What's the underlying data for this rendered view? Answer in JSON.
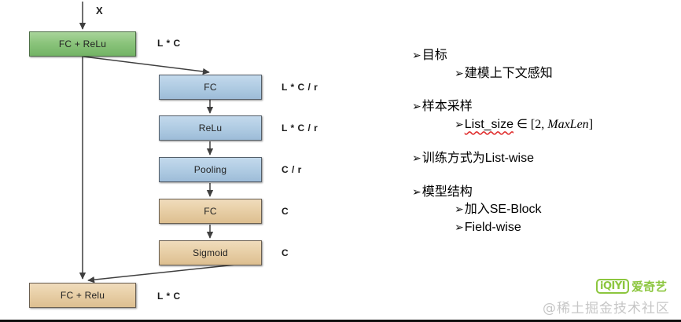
{
  "diagram": {
    "input_label": "X",
    "nodes": [
      {
        "id": "fc_relu_top",
        "label": "FC + ReLu",
        "color": "green",
        "dim": "L * C"
      },
      {
        "id": "fc_1",
        "label": "FC",
        "color": "blue",
        "dim": "L * C / r"
      },
      {
        "id": "relu_1",
        "label": "ReLu",
        "color": "blue",
        "dim": "L * C / r"
      },
      {
        "id": "pooling",
        "label": "Pooling",
        "color": "blue",
        "dim": "C / r"
      },
      {
        "id": "fc_2",
        "label": "FC",
        "color": "tan",
        "dim": "C"
      },
      {
        "id": "sigmoid",
        "label": "Sigmoid",
        "color": "tan",
        "dim": "C"
      },
      {
        "id": "fc_relu_bottom",
        "label": "FC + Relu",
        "color": "tan",
        "dim": "L * C"
      }
    ],
    "colors": {
      "green": "#8bc47c",
      "blue": "#b2cde4",
      "tan": "#e8cfa7",
      "connector": "#3f3f3f"
    }
  },
  "bullets": [
    {
      "level": 1,
      "marker": "➢",
      "text": "目标"
    },
    {
      "level": 2,
      "marker": "➢",
      "text": "建模上下文感知"
    },
    {
      "level": 1,
      "marker": "➢",
      "text": "样本采样"
    },
    {
      "level": 2,
      "marker": "➢",
      "text": "List_size ∈ [2, MaxLen]",
      "parts": {
        "spell": "List_size",
        "operator": "∈",
        "bracket_open": "[2,",
        "italic": "MaxLen",
        "bracket_close": "]"
      }
    },
    {
      "level": 1,
      "marker": "➢",
      "text": "训练方式为List-wise"
    },
    {
      "level": 1,
      "marker": "➢",
      "text": "模型结构"
    },
    {
      "level": 2,
      "marker": "➢",
      "text": "加入SE-Block"
    },
    {
      "level": 2,
      "marker": "➢",
      "text": "Field-wise"
    }
  ],
  "watermark": {
    "logo_mark": "iQIYI",
    "logo_cn": "爱奇艺",
    "site": "@稀土掘金技术社区",
    "brand_color": "#8cc63e"
  }
}
